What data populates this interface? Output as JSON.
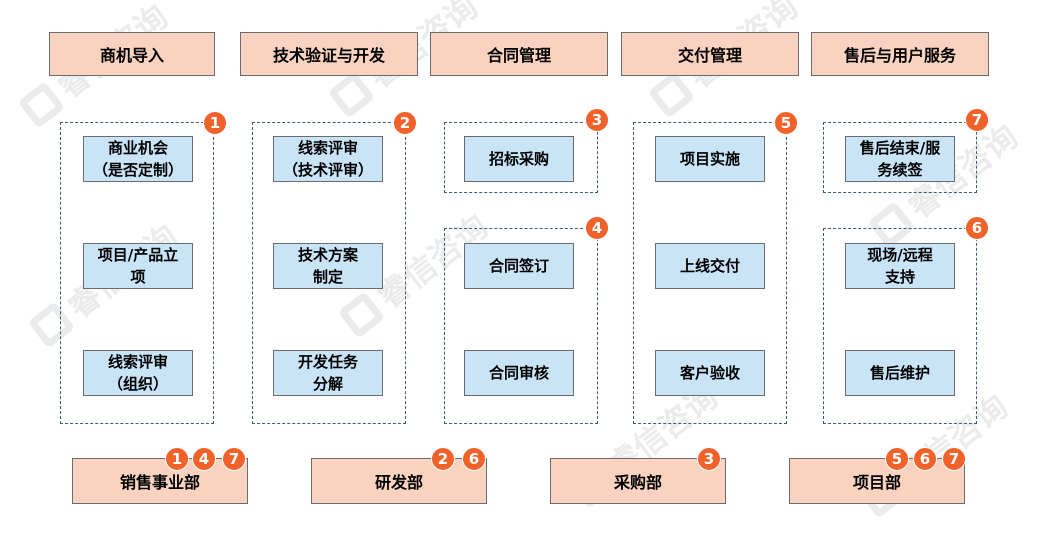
{
  "phases": [
    "商机导入",
    "技术验证与开发",
    "合同管理",
    "交付管理",
    "售后与用户服务"
  ],
  "tasks": {
    "c1_1": "商业机会\n（是否定制）",
    "c1_2": "项目/产品立\n项",
    "c1_3": "线索评审\n（组织）",
    "c2_1": "线索评审\n（技术评审）",
    "c2_2": "技术方案\n制定",
    "c2_3": "开发任务\n分解",
    "c3_1": "招标采购",
    "c3_2": "合同签订",
    "c3_3": "合同审核",
    "c4_1": "项目实施",
    "c4_2": "上线交付",
    "c4_3": "客户验收",
    "c5_1": "售后结束/服\n务续签",
    "c5_2": "现场/远程\n支持",
    "c5_3": "售后维护"
  },
  "group_badges": {
    "g1": "1",
    "g2": "2",
    "g3a": "3",
    "g3b": "4",
    "g4": "5",
    "g5a": "7",
    "g5b": "6"
  },
  "departments": [
    {
      "name": "销售事业部",
      "badges": [
        "1",
        "4",
        "7"
      ]
    },
    {
      "name": "研发部",
      "badges": [
        "2",
        "6"
      ]
    },
    {
      "name": "采购部",
      "badges": [
        "3"
      ]
    },
    {
      "name": "项目部",
      "badges": [
        "5",
        "6",
        "7"
      ]
    }
  ],
  "watermark": "睿信咨询",
  "colors": {
    "phase_fill": "#f9d3c0",
    "task_fill": "#c9e4f7",
    "badge": "#f0622a",
    "dash": "#3f5a7a"
  }
}
